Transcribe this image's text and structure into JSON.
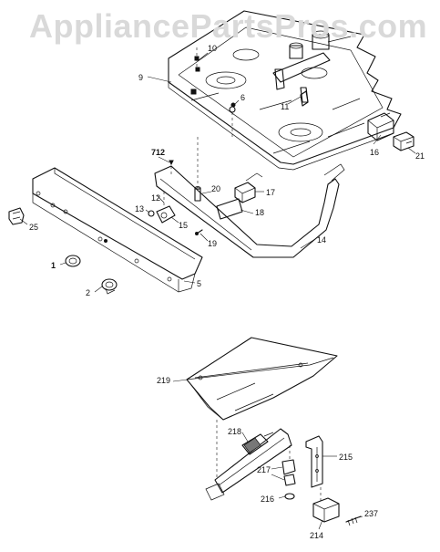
{
  "watermark": "AppliancePartsPros.com",
  "callouts": {
    "p1": "1",
    "p2": "2",
    "p5": "5",
    "p6": "6",
    "p9": "9",
    "p10": "10",
    "p11": "11",
    "p12": "12",
    "p13": "13",
    "p14": "14",
    "p15": "15",
    "p16": "16",
    "p17": "17",
    "p18": "18",
    "p19": "19",
    "p20": "20",
    "p21": "21",
    "p25": "25",
    "p214": "214",
    "p215": "215",
    "p216": "216",
    "p217": "217",
    "p218": "218",
    "p219": "219",
    "p237": "237",
    "p712": "712"
  }
}
